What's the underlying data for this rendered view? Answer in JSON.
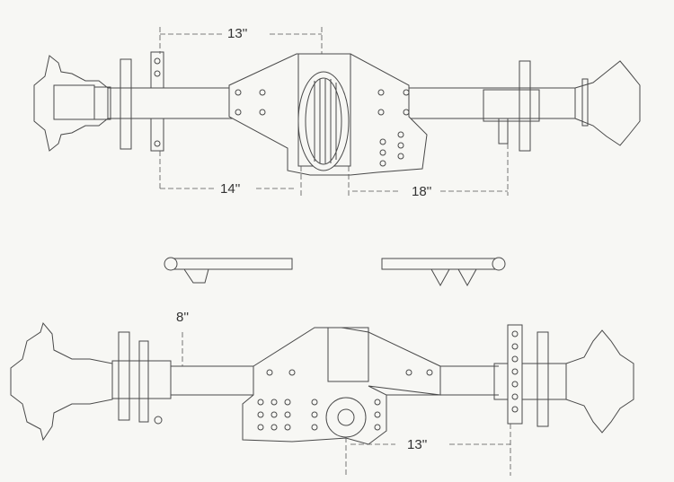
{
  "drawing": {
    "top_view": {
      "dimensions": [
        "13''",
        "14''",
        "18''"
      ]
    },
    "bottom_view": {
      "dimensions": [
        "8''",
        "13''"
      ]
    }
  }
}
